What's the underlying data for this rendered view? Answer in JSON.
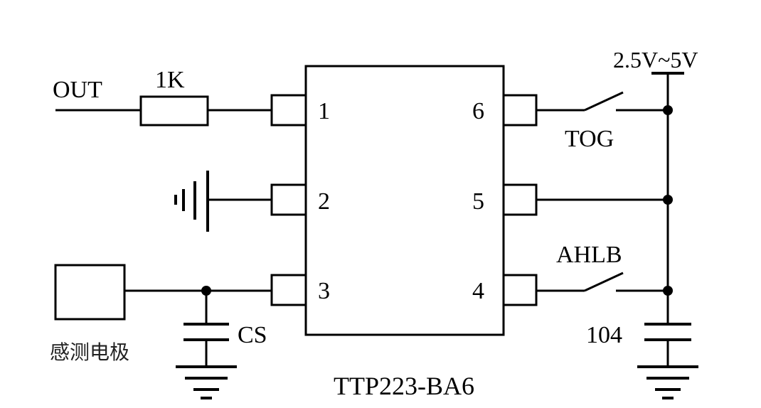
{
  "chip": {
    "name": "TTP223-BA6"
  },
  "pins": {
    "p1": "1",
    "p2": "2",
    "p3": "3",
    "p4": "4",
    "p5": "5",
    "p6": "6"
  },
  "labels": {
    "out": "OUT",
    "resistor": "1K",
    "supply": "2.5V~5V",
    "tog": "TOG",
    "ahlb": "AHLB",
    "cs": "CS",
    "cap": "104",
    "electrode": "感测电极"
  }
}
